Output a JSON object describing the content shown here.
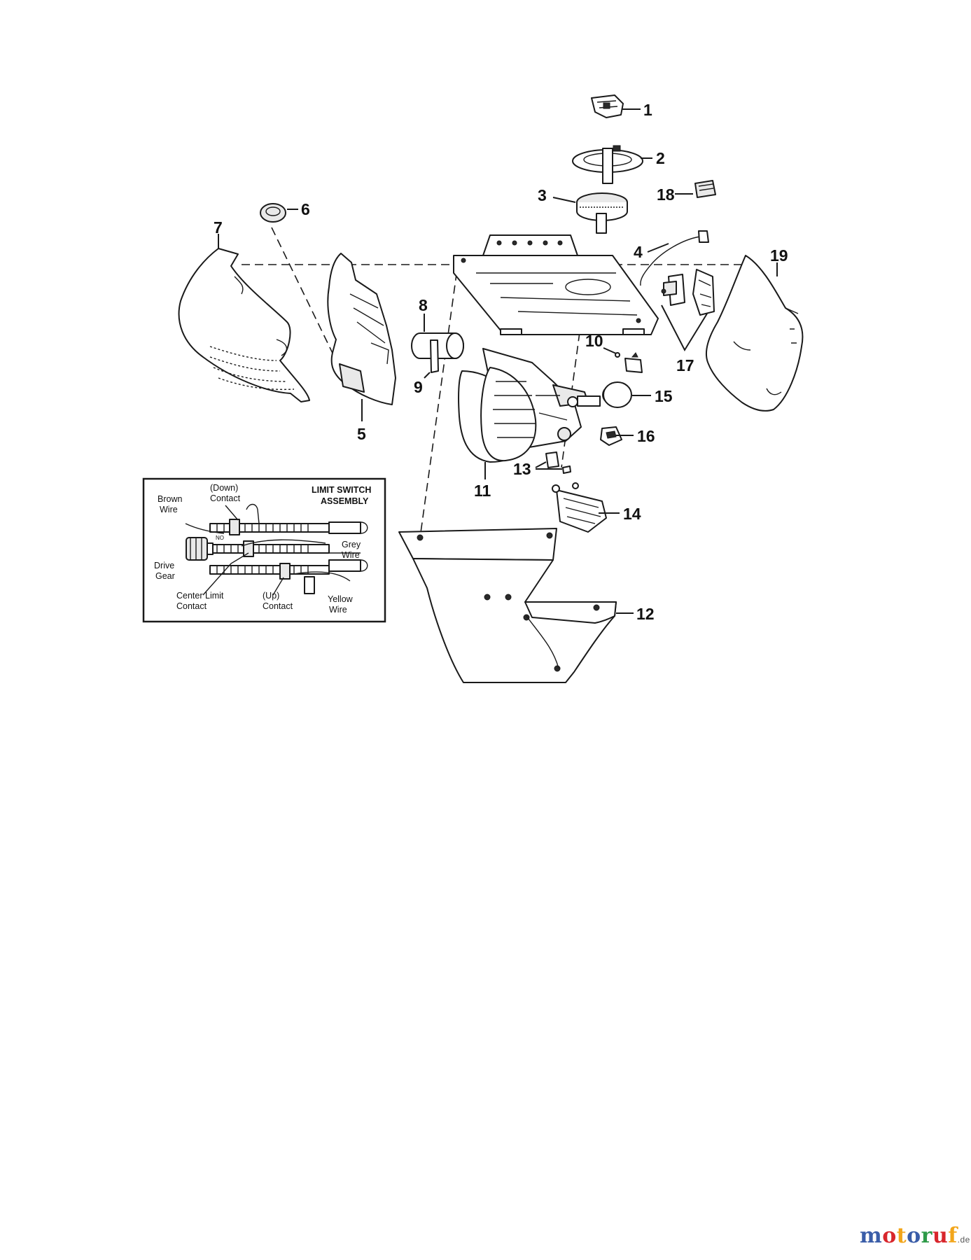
{
  "callouts": [
    "1",
    "2",
    "3",
    "4",
    "5",
    "6",
    "7",
    "8",
    "9",
    "10",
    "11",
    "12",
    "13",
    "14",
    "15",
    "16",
    "17",
    "18",
    "19"
  ],
  "inset": {
    "title_line1": "LIMIT SWITCH",
    "title_line2": "ASSEMBLY",
    "brown_wire_1": "Brown",
    "brown_wire_2": "Wire",
    "down_contact_1": "(Down)",
    "down_contact_2": "Contact",
    "drive_gear_1": "Drive",
    "drive_gear_2": "Gear",
    "grey_wire_1": "Grey",
    "grey_wire_2": "Wire",
    "center_limit_1": "Center Limit",
    "center_limit_2": "Contact",
    "up_contact_1": "(Up)",
    "up_contact_2": "Contact",
    "yellow_wire_1": "Yellow",
    "yellow_wire_2": "Wire",
    "no_mark": "NO"
  },
  "brand": {
    "letters": [
      "m",
      "o",
      "t",
      "o",
      "r",
      "u",
      "f"
    ],
    "letter_colors": [
      "#3a5da8",
      "#d8262c",
      "#f2a51a",
      "#3a5da8",
      "#2e9a48",
      "#d8262c",
      "#f2a51a"
    ],
    "suffix": ".de"
  }
}
